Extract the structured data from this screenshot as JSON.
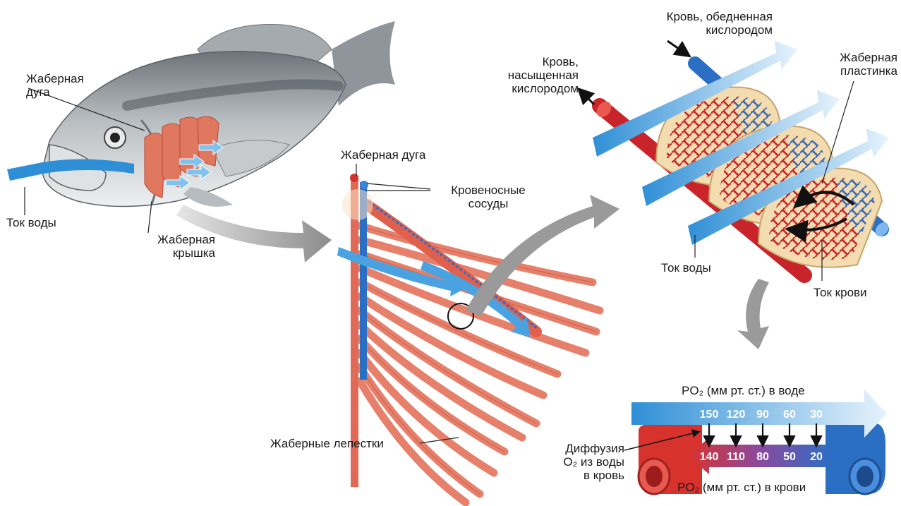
{
  "labels": {
    "gill_arch_fish": "Жаберная\nдуга",
    "water_flow_left": "Ток воды",
    "operculum": "Жаберная\nкрышка",
    "gill_arch_mid": "Жаберная дуга",
    "blood_vessels": "Кровеносные\nсосуды",
    "gill_filaments": "Жаберные лепестки",
    "blood_deoxygenated": "Кровь, обедненная\nкислородом",
    "blood_oxygenated": "Кровь,\nнасыщенная\nкислородом",
    "gill_lamella": "Жаберная\nпластинка",
    "water_flow_right": "Ток воды",
    "blood_flow": "Ток крови",
    "diffusion": "Диффузия\nO₂ из воды\nв кровь",
    "po2_water_title": "PO₂ (мм рт. ст.) в воде",
    "po2_blood_title": "PO₂ (мм рт. ст.) в крови"
  },
  "po2_water_values": [
    "150",
    "120",
    "90",
    "60",
    "30"
  ],
  "po2_blood_values": [
    "140",
    "110",
    "80",
    "50",
    "20"
  ],
  "colors": {
    "water_arrow": "#2f8fd6",
    "water_arrow_light": "#d9ecfa",
    "oxygenated_blood": "#d8322d",
    "deoxygenated_blood": "#2a6fc4",
    "gill_tissue": "#e57a63",
    "lamella_base": "#f3dcb0",
    "fish_body": "#b8bcbf"
  },
  "icons": [
    "water-flow-arrow-icon",
    "diffusion-arrow-icon",
    "process-arrow-icon",
    "circulation-arrow-icon"
  ]
}
